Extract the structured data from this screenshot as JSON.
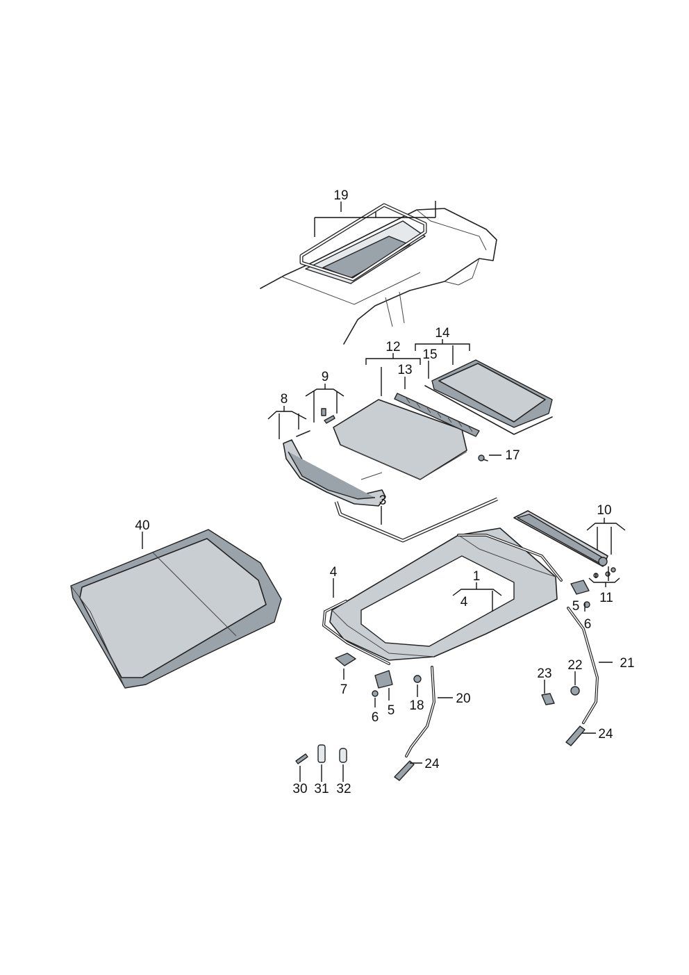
{
  "labels": [
    {
      "id": "19",
      "text": "19"
    },
    {
      "id": "14",
      "text": "14"
    },
    {
      "id": "12",
      "text": "12"
    },
    {
      "id": "15",
      "text": "15"
    },
    {
      "id": "13",
      "text": "13"
    },
    {
      "id": "9",
      "text": "9"
    },
    {
      "id": "8",
      "text": "8"
    },
    {
      "id": "17",
      "text": "17"
    },
    {
      "id": "3",
      "text": "3"
    },
    {
      "id": "10",
      "text": "10"
    },
    {
      "id": "40",
      "text": "40"
    },
    {
      "id": "4a",
      "text": "4"
    },
    {
      "id": "1",
      "text": "1"
    },
    {
      "id": "4b",
      "text": "4"
    },
    {
      "id": "5a",
      "text": "5"
    },
    {
      "id": "11",
      "text": "11"
    },
    {
      "id": "6a",
      "text": "6"
    },
    {
      "id": "21",
      "text": "21"
    },
    {
      "id": "23",
      "text": "23"
    },
    {
      "id": "22",
      "text": "22"
    },
    {
      "id": "7",
      "text": "7"
    },
    {
      "id": "20",
      "text": "20"
    },
    {
      "id": "18",
      "text": "18"
    },
    {
      "id": "5b",
      "text": "5"
    },
    {
      "id": "6b",
      "text": "6"
    },
    {
      "id": "24a",
      "text": "24"
    },
    {
      "id": "24b",
      "text": "24"
    },
    {
      "id": "30",
      "text": "30"
    },
    {
      "id": "31",
      "text": "31"
    },
    {
      "id": "32",
      "text": "32"
    }
  ]
}
